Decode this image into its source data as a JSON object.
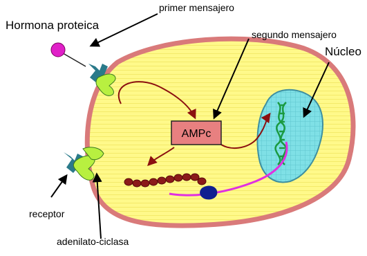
{
  "labels": {
    "hormone": "Hormona proteica",
    "first_messenger": "primer mensajero",
    "second_messenger": "segundo mensajero",
    "nucleus": "Núcleo",
    "ampc": "AMPc",
    "receptor": "receptor",
    "adenylate_cyclase": "adenilato-ciclasa"
  },
  "colors": {
    "cell_membrane": "#d97a7a",
    "cytoplasm": "#fff98a",
    "nucleus_fill": "#7fe0e6",
    "receptor": "#2a7a8a",
    "enzyme": "#b8f040",
    "hormone": "#e020c8",
    "ampc_box": "#e88080",
    "arrow_dark_red": "#8b1010",
    "protein_chain": "#8b1a1a",
    "mrna": "#e030e0",
    "polymerase": "#102090",
    "dna": "#1a9a40"
  }
}
